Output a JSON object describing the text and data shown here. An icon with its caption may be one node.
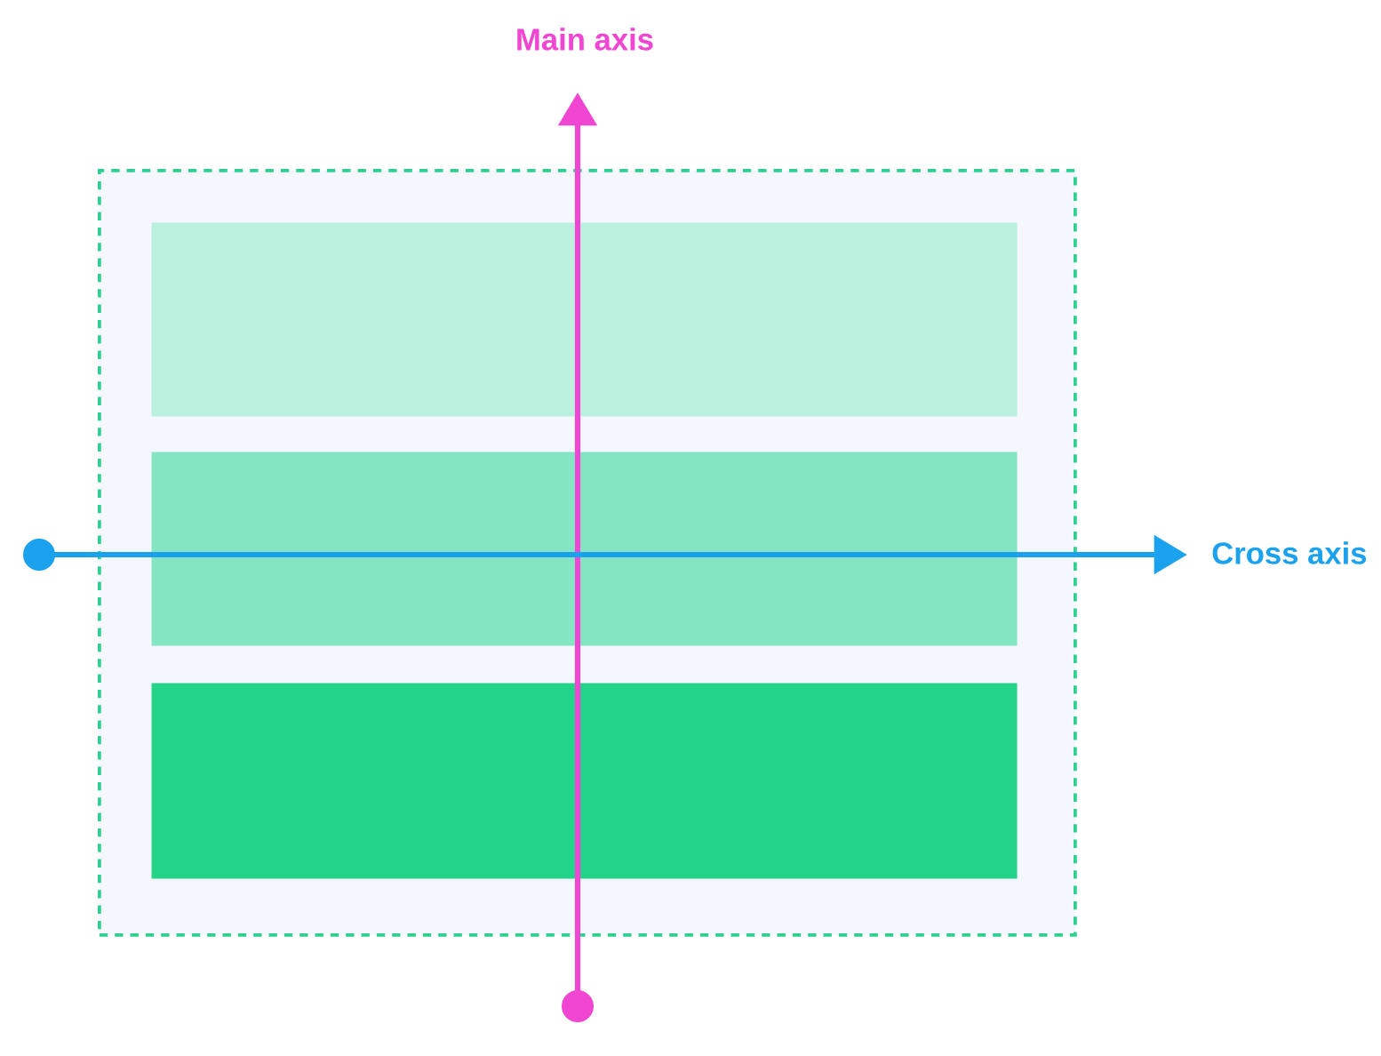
{
  "diagram": {
    "nodes": [
      {
        "text": [],
        "shape": "box"
      },
      {
        "text": [],
        "shape": "bar",
        "in": 0
      },
      {
        "text": [],
        "shape": "bar",
        "in": 0
      },
      {
        "text": [],
        "shape": "bar",
        "in": 0
      }
    ],
    "labels": [
      "Main axis",
      "Cross axis"
    ]
  }
}
